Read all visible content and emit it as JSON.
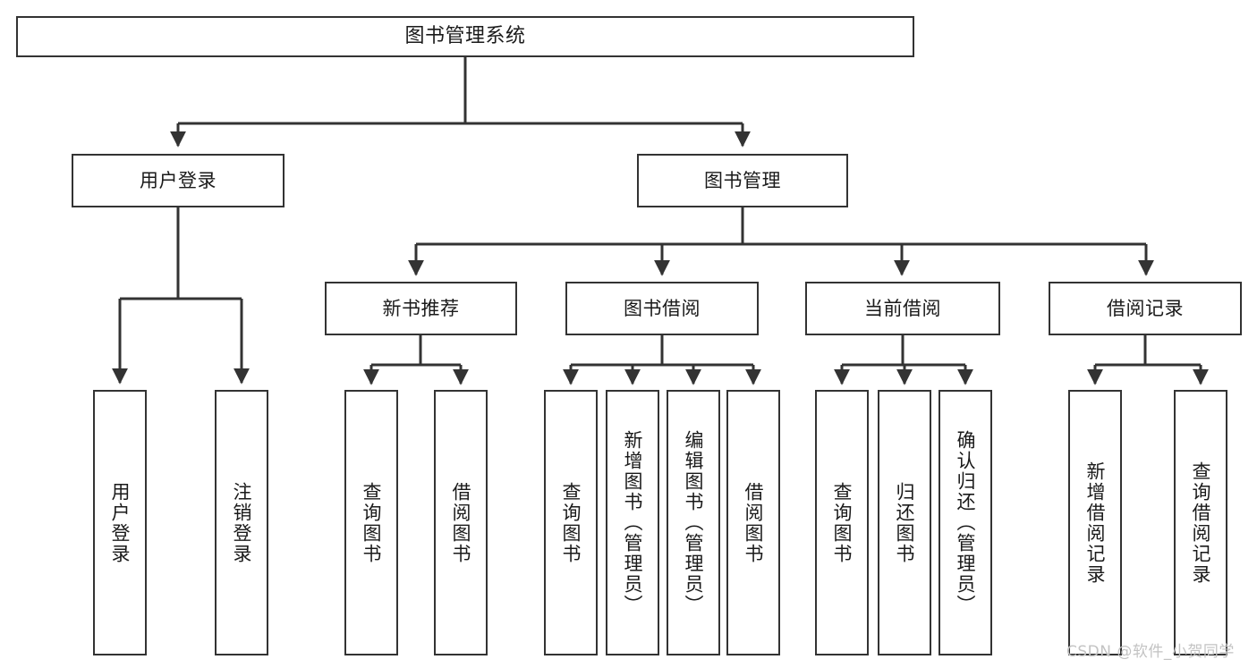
{
  "diagram": {
    "title": "图书管理系统",
    "type": "tree-structure-chart",
    "stroke_color": "#333333",
    "fill_color": "#FFFFFF",
    "text_color": "#1A1A1A"
  },
  "nodes": {
    "root": {
      "label": "图书管理系统"
    },
    "level1": [
      {
        "label": "用户登录"
      },
      {
        "label": "图书管理"
      }
    ],
    "level2": [
      {
        "label": "新书推荐"
      },
      {
        "label": "图书借阅"
      },
      {
        "label": "当前借阅"
      },
      {
        "label": "借阅记录"
      }
    ],
    "leaves": {
      "user_login": [
        {
          "label": "用户登录"
        },
        {
          "label": "注销登录"
        }
      ],
      "new_book_recommend": [
        {
          "label": "查询图书"
        },
        {
          "label": "借阅图书"
        }
      ],
      "book_borrow": [
        {
          "label": "查询图书"
        },
        {
          "label": "新增图书（管理员）"
        },
        {
          "label": "编辑图书（管理员）"
        },
        {
          "label": "借阅图书"
        }
      ],
      "current_borrow": [
        {
          "label": "查询图书"
        },
        {
          "label": "归还图书"
        },
        {
          "label": "确认归还（管理员）"
        }
      ],
      "borrow_record": [
        {
          "label": "新增借阅记录"
        },
        {
          "label": "查询借阅记录"
        }
      ]
    }
  },
  "watermark": {
    "text": "CSDN @软件_小贺同学",
    "color": "#C3C3C3"
  }
}
